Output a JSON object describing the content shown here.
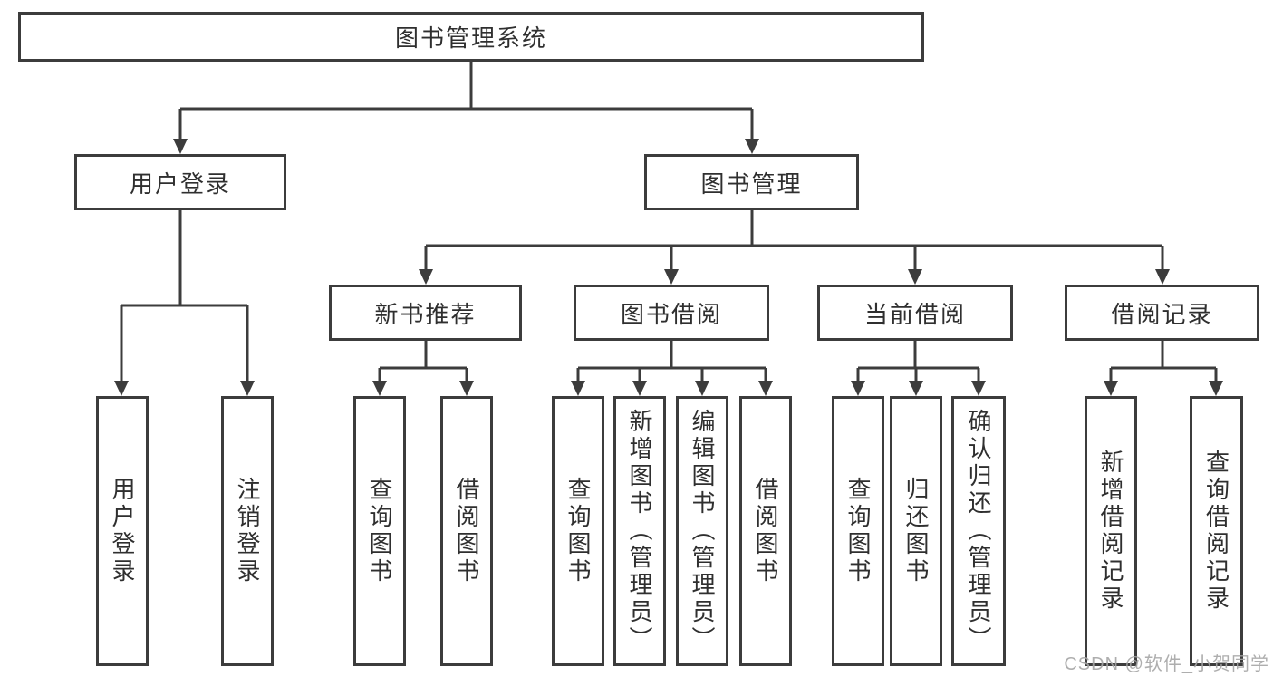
{
  "watermark": {
    "text": "CSDN @软件_小贺同学"
  },
  "colors": {
    "line": "#3c3c3c",
    "text": "#2f2f2f",
    "background": "#ffffff",
    "watermark": "#a6a6a6"
  },
  "tree": {
    "label": "图书管理系统",
    "children": [
      {
        "label": "用户登录",
        "children": [
          {
            "label": "用户登录"
          },
          {
            "label": "注销登录"
          }
        ]
      },
      {
        "label": "图书管理",
        "children": [
          {
            "label": "新书推荐",
            "children": [
              {
                "label": "查询图书"
              },
              {
                "label": "借阅图书"
              }
            ]
          },
          {
            "label": "图书借阅",
            "children": [
              {
                "label": "查询图书"
              },
              {
                "label": "新增图书（管理员）"
              },
              {
                "label": "编辑图书（管理员）"
              },
              {
                "label": "借阅图书"
              }
            ]
          },
          {
            "label": "当前借阅",
            "children": [
              {
                "label": "查询图书"
              },
              {
                "label": "归还图书"
              },
              {
                "label": "确认归还（管理员）"
              }
            ]
          },
          {
            "label": "借阅记录",
            "children": [
              {
                "label": "新增借阅记录"
              },
              {
                "label": "查询借阅记录"
              }
            ]
          }
        ]
      }
    ]
  }
}
